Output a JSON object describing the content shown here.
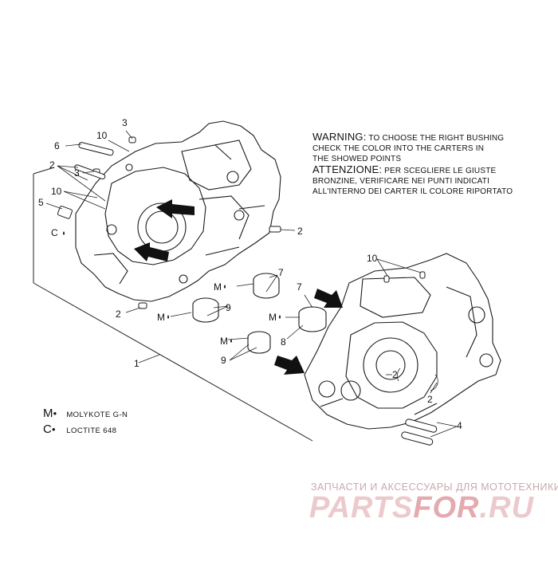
{
  "warning": {
    "en_head": "WARNING:",
    "en_line1": "TO CHOOSE THE RIGHT BUSHING",
    "en_line2": "CHECK THE COLOR INTO THE CARTERS IN",
    "en_line3": "THE SHOWED POINTS",
    "it_head": "ATTENZIONE:",
    "it_line1": "PER SCEGLIERE LE GIUSTE",
    "it_line2": "BRONZINE, VERIFICARE NEI PUNTI INDICATI",
    "it_line3": "ALL'INTERNO DEI CARTER IL COLORE RIPORTATO"
  },
  "legend": [
    {
      "symbol": "M",
      "text": "MOLYKOTE G-N"
    },
    {
      "symbol": "C",
      "text": "LOCTITE 648"
    }
  ],
  "callouts": {
    "n1": "1",
    "n2": "2",
    "n3": "3",
    "n4": "4",
    "n5": "5",
    "n6": "6",
    "n7": "7",
    "n8": "8",
    "n9": "9",
    "n10": "10",
    "m": "M",
    "c": "C"
  },
  "watermark": {
    "tagline": "ЗАПЧАСТИ И АКСЕССУАРЫ ДЛЯ МОТОТЕХНИКИ",
    "brand_a": "PARTS",
    "brand_b": "FOR",
    "brand_c": ".RU"
  }
}
